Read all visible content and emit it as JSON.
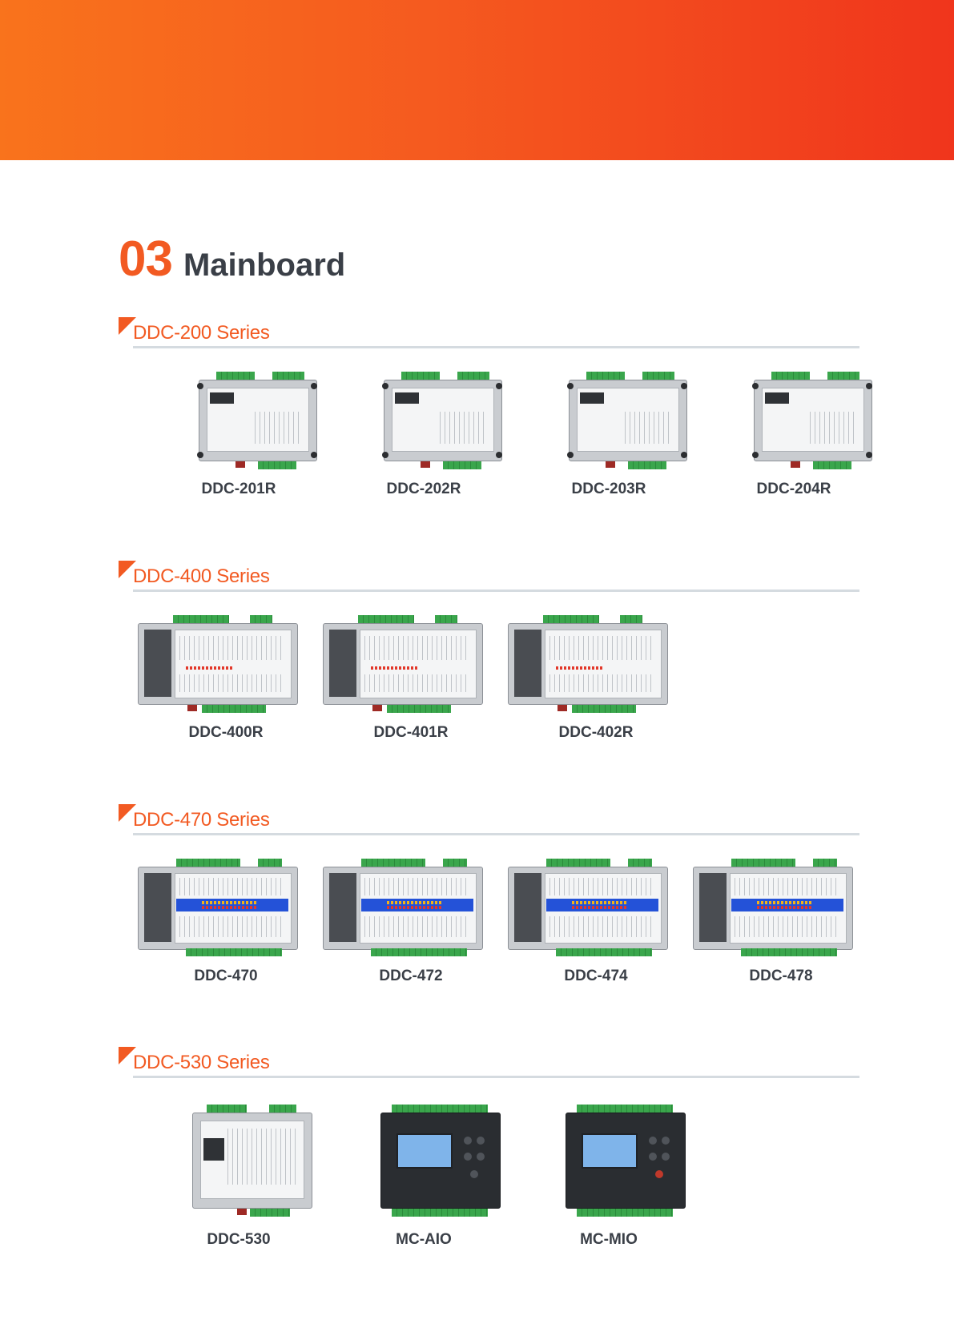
{
  "page": {
    "number": "03",
    "title": "Mainboard"
  },
  "sections": [
    {
      "title": "DDC-200 Series",
      "products": [
        "DDC-201R",
        "DDC-202R",
        "DDC-203R",
        "DDC-204R"
      ]
    },
    {
      "title": "DDC-400 Series",
      "products": [
        "DDC-400R",
        "DDC-401R",
        "DDC-402R"
      ]
    },
    {
      "title": "DDC-470 Series",
      "products": [
        "DDC-470",
        "DDC-472",
        "DDC-474",
        "DDC-478"
      ]
    },
    {
      "title": "DDC-530 Series",
      "products": [
        "DDC-530",
        "MC-AIO",
        "MC-MIO"
      ]
    }
  ],
  "colors": {
    "accent": "#f25a22",
    "title_text": "#3a3f47",
    "rule": "#d5dbe0",
    "terminal_green": "#3aa64c",
    "status_blue": "#2452d8"
  }
}
